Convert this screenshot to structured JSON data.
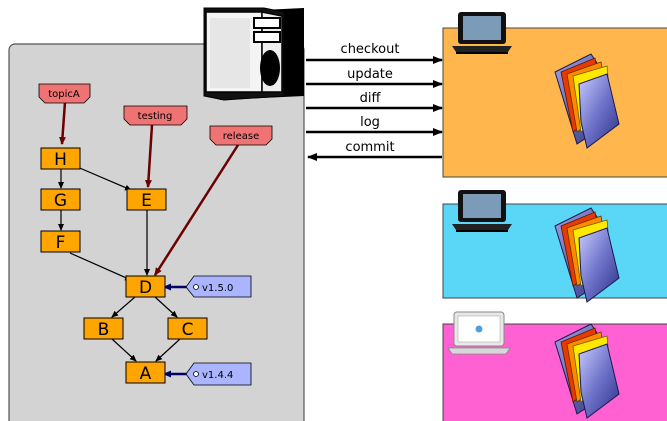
{
  "repository": {
    "branches": [
      {
        "id": "topicA",
        "label": "topicA"
      },
      {
        "id": "testing",
        "label": "testing"
      },
      {
        "id": "release",
        "label": "release"
      }
    ],
    "commits": [
      "H",
      "G",
      "F",
      "E",
      "D",
      "B",
      "C",
      "A"
    ],
    "tags": [
      {
        "id": "v150",
        "label": "v1.5.0"
      },
      {
        "id": "v144",
        "label": "v1.4.4"
      }
    ]
  },
  "operations": {
    "checkout": "checkout",
    "update": "update",
    "diff": "diff",
    "log": "log",
    "commit": "commit"
  },
  "colors": {
    "repo_panel": "#d3d3d3",
    "commit_fill": "#ffa500",
    "branch_fill": "#f07373",
    "tag_fill": "#aab4ff",
    "client1_bg": "#ffb74d",
    "client2_bg": "#5ad7f7",
    "client3_bg": "#ff60d2"
  },
  "icons": {
    "server": "server-icon",
    "laptop_dark": "laptop-icon",
    "laptop_light": "laptop-mac-icon",
    "folder": "folder-icon"
  }
}
